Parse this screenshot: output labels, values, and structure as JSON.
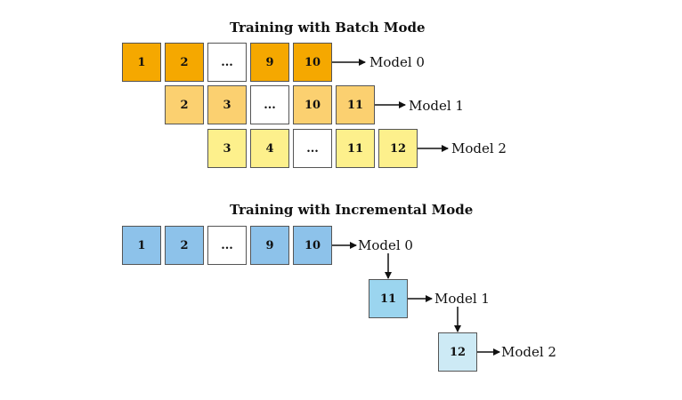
{
  "batch": {
    "title": "Training with Batch Mode",
    "row0": {
      "boxes": [
        "1",
        "2",
        "...",
        "9",
        "10"
      ],
      "model": "Model 0"
    },
    "row1": {
      "boxes": [
        "2",
        "3",
        "...",
        "10",
        "11"
      ],
      "model": "Model 1"
    },
    "row2": {
      "boxes": [
        "3",
        "4",
        "...",
        "11",
        "12"
      ],
      "model": "Model 2"
    }
  },
  "incremental": {
    "title": "Training with Incremental Mode",
    "row0": {
      "boxes": [
        "1",
        "2",
        "...",
        "9",
        "10"
      ],
      "model": "Model 0"
    },
    "step1": {
      "box": "11",
      "model": "Model 1"
    },
    "step2": {
      "box": "12",
      "model": "Model 2"
    }
  },
  "colors": {
    "batch_row0": "#F5A800",
    "batch_row1": "#FBD070",
    "batch_row2": "#FDF08C",
    "inc_row0": "#8DC2EA",
    "inc_step1": "#9BD5EF",
    "inc_step2": "#CDEAF5",
    "ellipsis_box": "#FFFFFF"
  }
}
